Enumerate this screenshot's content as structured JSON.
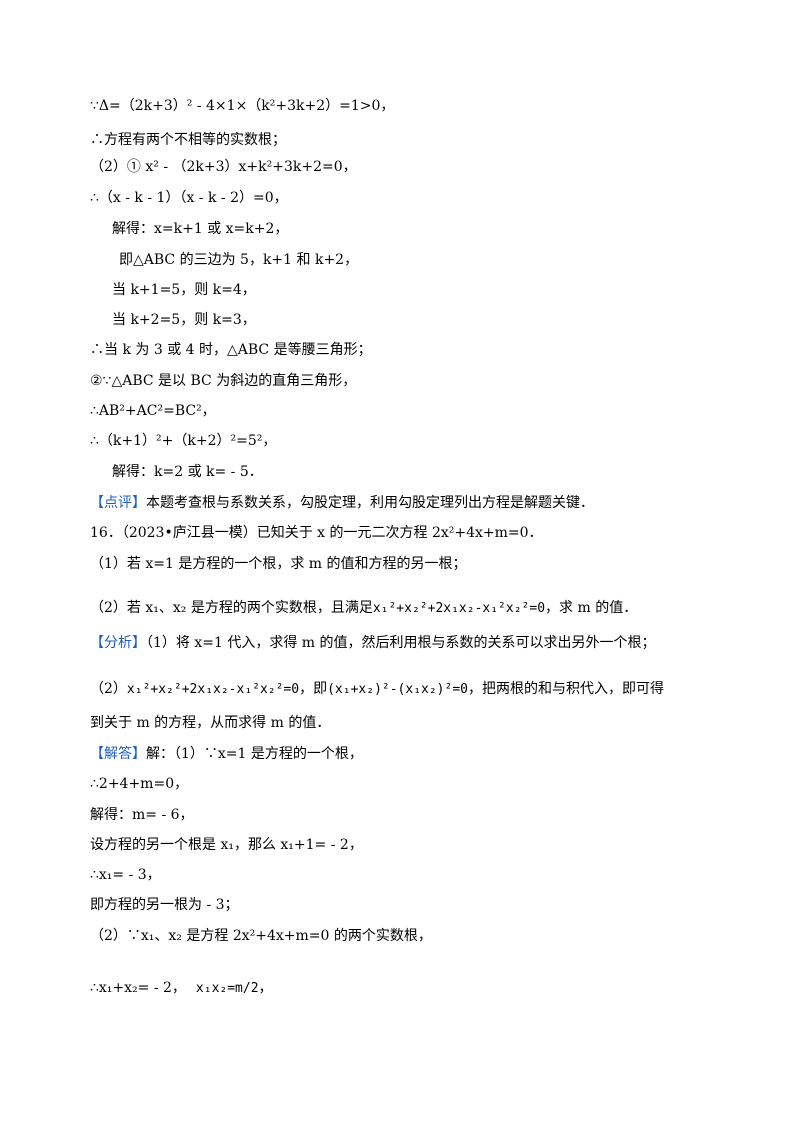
{
  "lines": [
    "∵Δ=（2k+3）² - 4×1×（k²+3k+2）=1>0，",
    "∴方程有两个不相等的实数根；",
    "（2）① x² - （2k+3）x+k²+3k+2=0，",
    "∴（x - k - 1）（x - k - 2）=0，",
    "解得：x=k+1 或 x=k+2，",
    "即△ABC 的三边为 5，k+1 和 k+2，",
    "当 k+1=5，则 k=4，",
    "当 k+2=5，则 k=3，",
    "∴当 k 为 3 或 4 时，△ABC 是等腰三角形；",
    "②∵△ABC 是以 BC 为斜边的直角三角形，",
    "∴AB²+AC²=BC²，",
    "∴（k+1）²+（k+2）²=5²，",
    "解得：k=2 或 k= - 5．"
  ],
  "comment": {
    "tag": "【点评】",
    "text": "本题考查根与系数关系，勾股定理，利用勾股定理列出方程是解题关键．"
  },
  "problem16": {
    "number": "16．",
    "stem": "（2023•庐江县一模）已知关于 x 的一元二次方程 2x²+4x+m=0．",
    "q1": "（1）若 x=1 是方程的一个根，求 m 的值和方程的另一根；",
    "q2_pre": "（2）若 x₁、x₂ 是方程的两个实数根，且满足",
    "q2_formula": "x₁²+x₂²+2x₁x₂-x₁²x₂²=0",
    "q2_post": "，求 m 的值．"
  },
  "analysis": {
    "tag": "【分析】",
    "line1": "（1）将 x=1 代入，求得 m 的值，然后利用根与系数的关系可以求出另外一个根；",
    "line2_pre": "（2）",
    "formula1": "x₁²+x₂²+2x₁x₂-x₁²x₂²=0",
    "line2_mid": "，即",
    "formula2": "(x₁+x₂)²-(x₁x₂)²=0",
    "line2_post": "，把两根的和与积代入，即可得",
    "line3": "到关于 m 的方程，从而求得 m 的值．"
  },
  "answer": {
    "tag": "【解答】",
    "line1": "解：（1）∵x=1 是方程的一个根，",
    "lines": [
      "∴2+4+m=0，",
      "解得：m= - 6，",
      "设方程的另一个根是 x₁，那么 x₁+1= - 2，",
      "∴x₁= - 3，",
      "即方程的另一根为 - 3；",
      "（2）∵x₁、x₂ 是方程 2x²+4x+m=0 的两个实数根，"
    ],
    "last_pre": "∴x₁+x₂= - 2，",
    "last_formula": "x₁x₂=m/2",
    "last_post": "，"
  }
}
